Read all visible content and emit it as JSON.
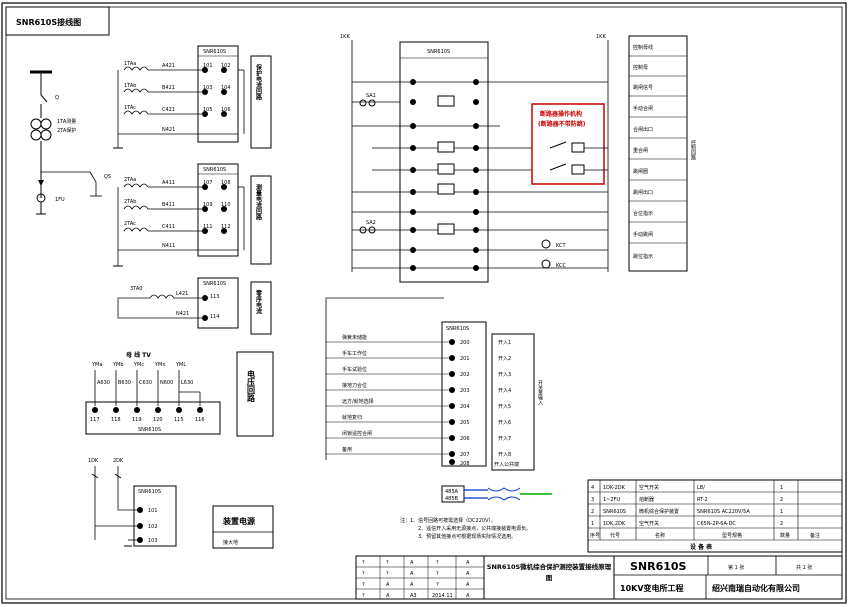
{
  "header_label": "SNR610S接线图",
  "breaker_labels": {
    "q_main": "Q",
    "ct_protect": "1TA测量",
    "ct_measure": "2TA保护",
    "q_ground": "QS",
    "fuse": "1FU"
  },
  "device_name": "SNR610S",
  "sections": {
    "protection_current": "保护电流回路",
    "measure_current": "测量电流回路",
    "zero_seq_current": "零序电流",
    "voltage": "电压回路",
    "device_power": "装置电源"
  },
  "protection_ct": {
    "inputs": [
      "1TAa",
      "1TAb",
      "1TAc"
    ],
    "wires": [
      "A421",
      "B421",
      "C421",
      "N421"
    ],
    "terminals": [
      [
        "101",
        "102"
      ],
      [
        "103",
        "104"
      ],
      [
        "105",
        "106"
      ]
    ]
  },
  "measure_ct": {
    "inputs": [
      "2TAa",
      "2TAb",
      "2TAc"
    ],
    "wires": [
      "A411",
      "B411",
      "C411",
      "N411"
    ],
    "terminals": [
      [
        "107",
        "108"
      ],
      [
        "109",
        "110"
      ],
      [
        "111",
        "112"
      ]
    ]
  },
  "zero_ct": {
    "input": "3TA0",
    "wires": [
      "L421",
      "N421"
    ],
    "terminals": [
      "113",
      "114"
    ]
  },
  "voltage_loop": {
    "bus_label": "母  线  TV",
    "inputs": [
      "YMa",
      "YMb",
      "YMc",
      "YMn",
      "YML"
    ],
    "wires": [
      "A630",
      "B630",
      "C630",
      "N600",
      "L630"
    ],
    "terminals": [
      "117",
      "118",
      "119",
      "120",
      "115",
      "116"
    ]
  },
  "power_supply": {
    "fuses": [
      "1DK",
      "2DK"
    ],
    "terminals": [
      "101",
      "102",
      "103"
    ],
    "ground_label": "接大地"
  },
  "control_panel": {
    "labels_right": [
      "控制母线",
      "控制母",
      "跳闸信号",
      "手动合闸",
      "合闸出口",
      "重合闸",
      "跳闸圈",
      "跳闸出口",
      "合位指示",
      "手动跳闸",
      "跳位指示"
    ],
    "vertical_label": "控制回路",
    "breaker_box": {
      "title": "断路器操作机构",
      "subtitle": "(断路器不带防跳)"
    },
    "switch_labels": [
      "1KK",
      "SA1",
      "SA2",
      "KCT",
      "KCC"
    ]
  },
  "io_panel": {
    "left_labels": [
      "弹簧未储能",
      "手车工作位",
      "手车试验位",
      "接地刀合位",
      "远方/就地选择",
      "就地复归",
      "闭锁遥控合闸",
      "备用"
    ],
    "terminals": [
      "200",
      "201",
      "202",
      "203",
      "204",
      "205",
      "206",
      "207",
      "208"
    ],
    "right_labels": [
      "开入1",
      "开入2",
      "开入3",
      "开入4",
      "开入5",
      "开入6",
      "开入7",
      "开入8",
      "开入公共端"
    ],
    "vertical_label": "开关量输入"
  },
  "comm": {
    "labels": [
      "485A",
      "485B"
    ]
  },
  "notes": [
    "注：1、信号回路可按需选择（DC220V）。",
    "2、遥信开入采用无源接点，公共端接装置电源负。",
    "3、预留其他接点可根据现场实际情况选用。"
  ],
  "equipment_table": {
    "headers": [
      "序号",
      "代号",
      "名称",
      "型号规格",
      "数量",
      "备注"
    ],
    "rows": [
      [
        "4",
        "1DK-2DK",
        "空气开关",
        "LB/",
        "1",
        ""
      ],
      [
        "3",
        "1~2FU",
        "熔断器",
        "RT-2",
        "2",
        ""
      ],
      [
        "2",
        "SNR610S",
        "微机综合保护装置",
        "SNR610S  AC220V/5A",
        "1",
        ""
      ],
      [
        "1",
        "1DK,2DK",
        "空气开关",
        "C65N-2P-6A-DC",
        "2",
        ""
      ]
    ],
    "footer": "设  备  表"
  },
  "title_block": {
    "model": "SNR610S",
    "sheet_index": "第 1 张",
    "sheet_total": "共 1 张",
    "drawing_name": "SNR610S微机综合保护测控装置接线原理图",
    "project": "10KV变电所工程",
    "company": "绍兴南瑞自动化有限公司",
    "rev_rows": [
      [
        "?",
        "?",
        "A",
        "?",
        "A"
      ],
      [
        "?",
        "?",
        "A",
        "?",
        "A"
      ],
      [
        "?",
        "A",
        "A",
        "?",
        "A"
      ],
      [
        "?",
        "A",
        "A3",
        "2014.11",
        "A"
      ]
    ]
  }
}
